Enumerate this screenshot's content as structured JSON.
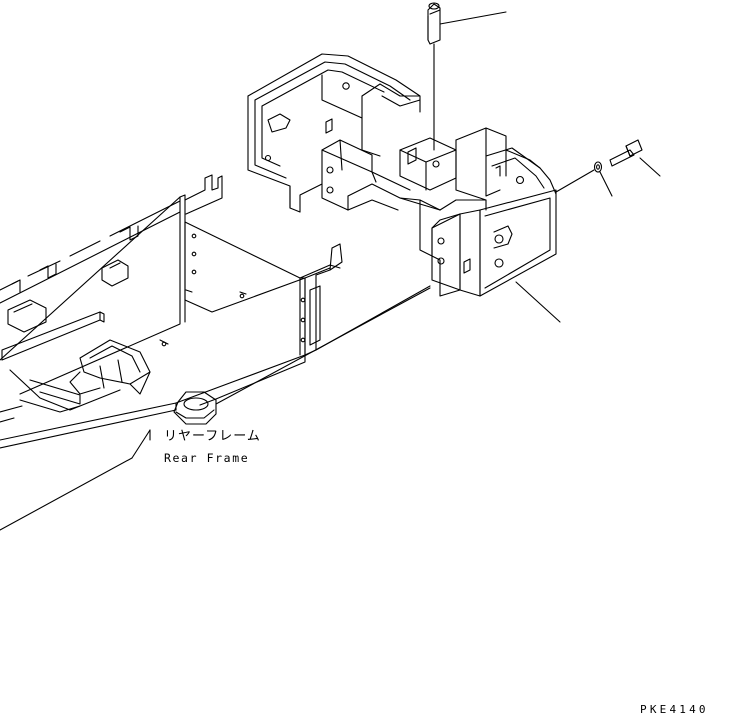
{
  "figure": {
    "callout_text_jp": "リヤーフレーム",
    "callout_text_en": "Rear Frame",
    "drawing_code": "PKE4140"
  },
  "colors": {
    "line": "#000000",
    "background": "#ffffff"
  }
}
